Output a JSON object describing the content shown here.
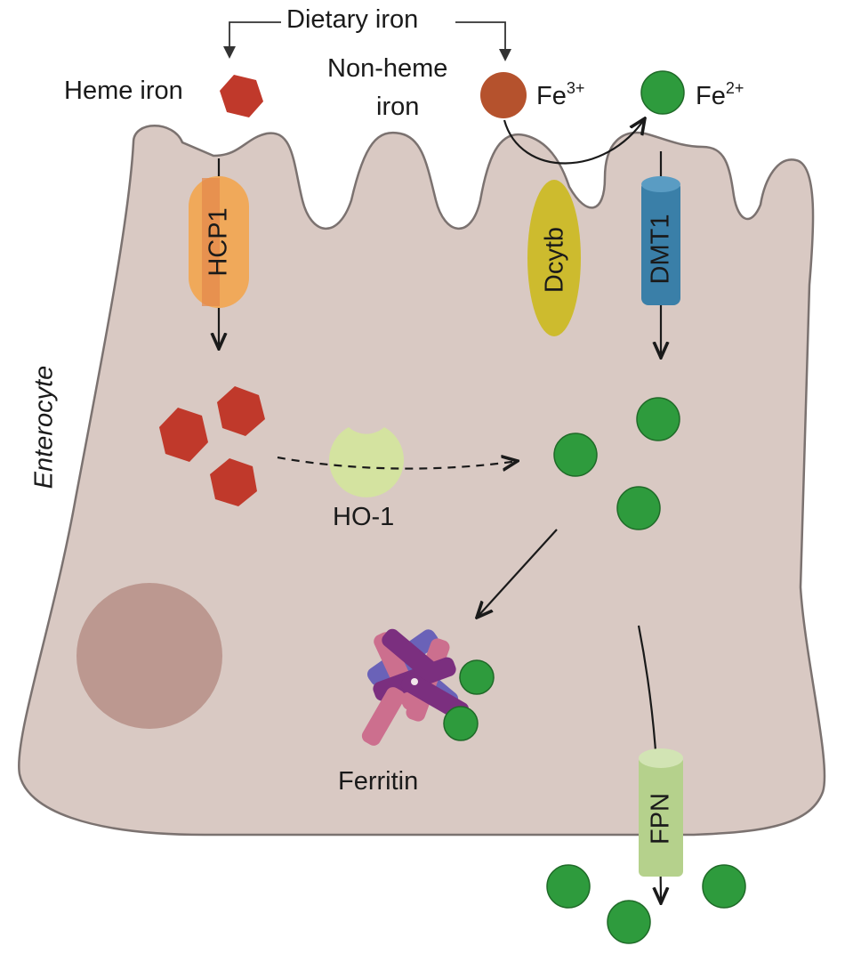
{
  "labels": {
    "dietary_iron": "Dietary iron",
    "heme_iron": "Heme iron",
    "non_heme_iron_line1": "Non-heme",
    "non_heme_iron_line2": "iron",
    "fe3_base": "Fe",
    "fe3_charge": "3+",
    "fe2_base": "Fe",
    "fe2_charge": "2+",
    "enterocyte": "Enterocyte",
    "ho1": "HO-1",
    "ferritin": "Ferritin"
  },
  "proteins": {
    "hcp1": "HCP1",
    "dcytb": "Dcytb",
    "dmt1": "DMT1",
    "fpn": "FPN"
  },
  "colors": {
    "cell_fill": "#d9c9c3",
    "cell_stroke": "#7b7270",
    "heme": "#c0392b",
    "fe3": "#b5522d",
    "fe2": "#2e9b3d",
    "hcp1": "#f0a95a",
    "dcytb": "#cdbb2e",
    "dmt1": "#3a7fa8",
    "fpn": "#b5d18c",
    "ho1": "#d4e3a0",
    "nucleus": "#bc9890",
    "ferritin_purple": "#7b2f7f",
    "ferritin_pink": "#cc6f8e",
    "ferritin_blue": "#6a62b8"
  }
}
